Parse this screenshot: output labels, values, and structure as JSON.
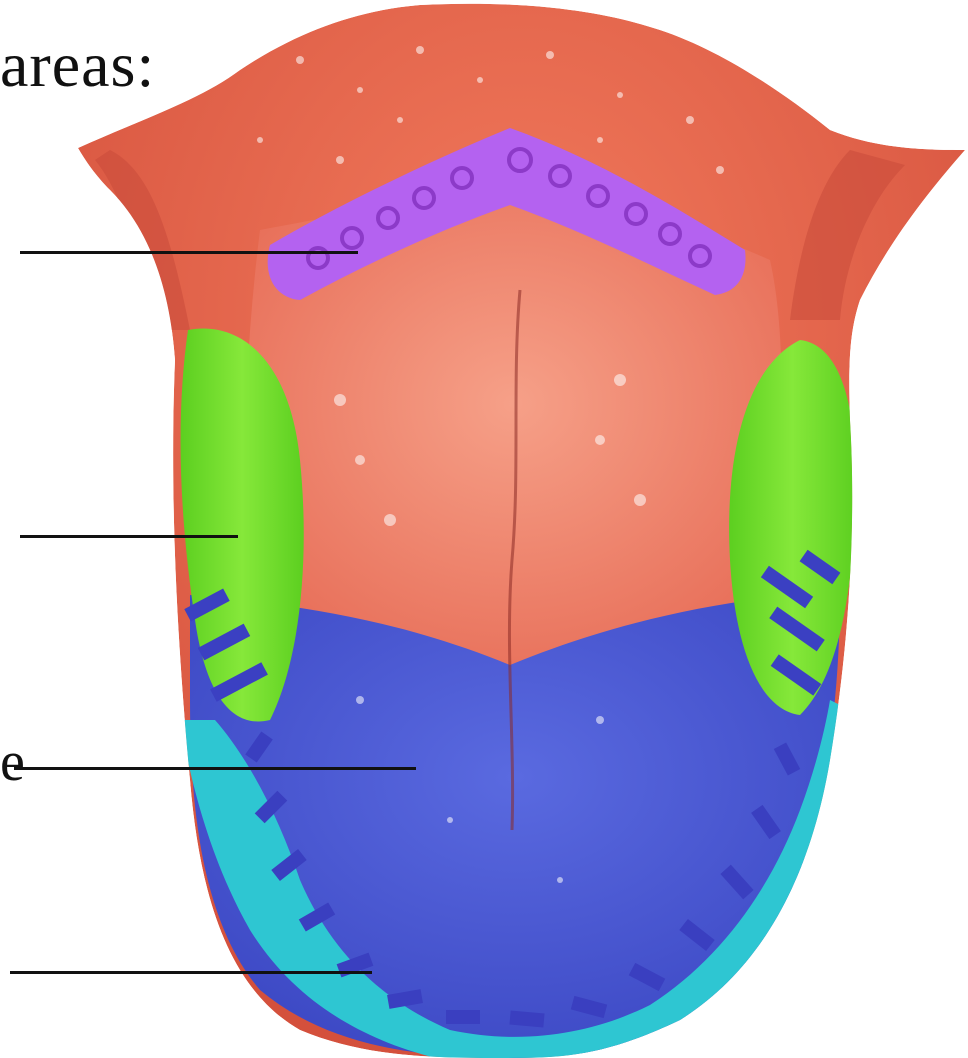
{
  "diagram": {
    "heading_text": "areas:",
    "clipped_char": "e",
    "colors": {
      "tongue_base": "#e86a50",
      "tongue_dark": "#c4473a",
      "middle_region": "#f08a72",
      "bitter_back": "#b460f2",
      "sour_sides": "#7ae12c",
      "sweet_tip": "#4a5cd4",
      "salty_edge": "#2ec8d2",
      "stripe": "#3a3fbf",
      "leader_line": "#111111"
    },
    "regions": [
      {
        "label_line": "leader-back"
      },
      {
        "label_line": "leader-side"
      },
      {
        "label_line": "leader-center"
      },
      {
        "label_line": "leader-tip"
      }
    ]
  }
}
